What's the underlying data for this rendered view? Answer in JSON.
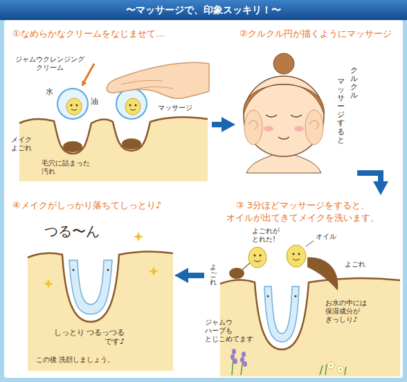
{
  "diagram": {
    "title": "〜マッサージで、印象スッキリ！〜",
    "nodes": [
      {
        "text": [
          "①なめらかなクリームをなじませて…"
        ]
      },
      {
        "text": [
          "②クルクル円が描くようにマッサージ"
        ]
      },
      {
        "text": [
          "③ 3分ほどマッサージをすると、 オイルが出てきてメイクを洗います。"
        ]
      },
      {
        "text": [
          "④メイクがしっかり落ちてしっとり♪"
        ]
      }
    ],
    "edges": [
      {
        "from": 0,
        "to": 1,
        "arrow": "to"
      },
      {
        "from": 1,
        "to": 2,
        "arrow": "to"
      },
      {
        "from": 2,
        "to": 3,
        "arrow": "to"
      }
    ],
    "labels": [
      "ジャムウクレンジング クリーム",
      "水",
      "油",
      "マッサージ",
      "メイク よごれ",
      "毛穴に詰まった 汚れ",
      "クルクル",
      "マッサージすると",
      "よごれが とれた!",
      "オイル",
      "よごれ",
      "よごれ",
      "ジャムウ ハーブも とじこめてます",
      "お水の中には 保湿成分が ぎっしり♪",
      "つる〜ん",
      "しっとり つるっつる です♪",
      "この後 洗顔しましょう。"
    ]
  }
}
